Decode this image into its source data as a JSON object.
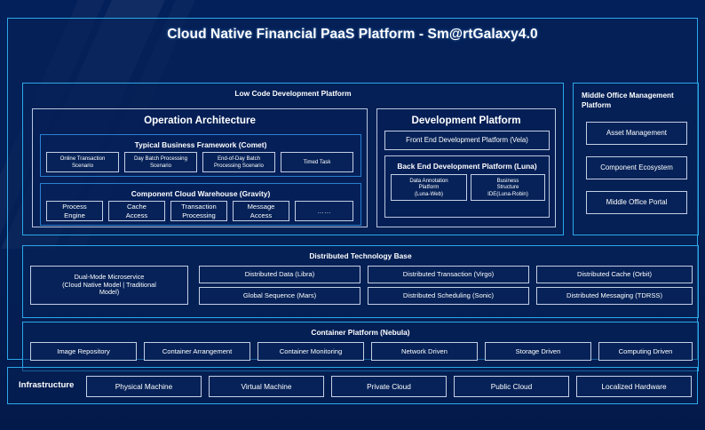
{
  "colors": {
    "background": "#041e52",
    "frame_cyan": "#2da8e8",
    "frame_blue": "#2a7fd0",
    "node_border": "#c3cfe4",
    "node_fill": "#062258",
    "text": "#ffffff"
  },
  "title": "Cloud Native Financial PaaS Platform - Sm@rtGalaxy4.0",
  "low_code": {
    "header": "Low Code Development Platform",
    "operation_architecture": {
      "header": "Operation Architecture",
      "comet": {
        "header": "Typical Business Framework (Comet)",
        "items": [
          "Online Transaction\nScenario",
          "Day Batch Processing\nScenario",
          "End-of-Day Batch\nProcessing Scenario",
          "Timed Task"
        ]
      },
      "gravity": {
        "header": "Component Cloud Warehouse (Gravity)",
        "items": [
          "Process\nEngine",
          "Cache\nAccess",
          "Transaction\nProcessing",
          "Message\nAccess",
          "……"
        ]
      }
    },
    "development_platform": {
      "header": "Development Platform",
      "front_end": "Front End Development Platform (Vela)",
      "back_end": {
        "header": "Back End Development Platform (Luna)",
        "items": [
          "Data Annotation\nPlatform\n(Luna-Web)",
          "Business\nStructure\nIDE(Luna-Robin)"
        ]
      }
    }
  },
  "middle_office": {
    "header": "Middle Office Management Platform",
    "items": [
      "Asset Management",
      "Component Ecosystem",
      "Middle Office Portal"
    ]
  },
  "distributed_technology_base": {
    "header": "Distributed Technology Base",
    "wide_item": "Dual-Mode Microservice\n(Cloud Native Model | Traditional\nModel)",
    "grid_row1": [
      "Distributed Data (Libra)",
      "Distributed Transaction (Virgo)",
      "Distributed Cache (Orbit)"
    ],
    "grid_row2": [
      "Global Sequence (Mars)",
      "Distributed Scheduling (Sonic)",
      "Distributed Messaging (TDRSS)"
    ]
  },
  "container_platform": {
    "header": "Container Platform (Nebula)",
    "items": [
      "Image Repository",
      "Container Arrangement",
      "Container Monitoring",
      "Network Driven",
      "Storage Driven",
      "Computing Driven"
    ]
  },
  "infrastructure": {
    "label": "Infrastructure",
    "items": [
      "Physical Machine",
      "Virtual Machine",
      "Private Cloud",
      "Public Cloud",
      "Localized Hardware"
    ]
  }
}
